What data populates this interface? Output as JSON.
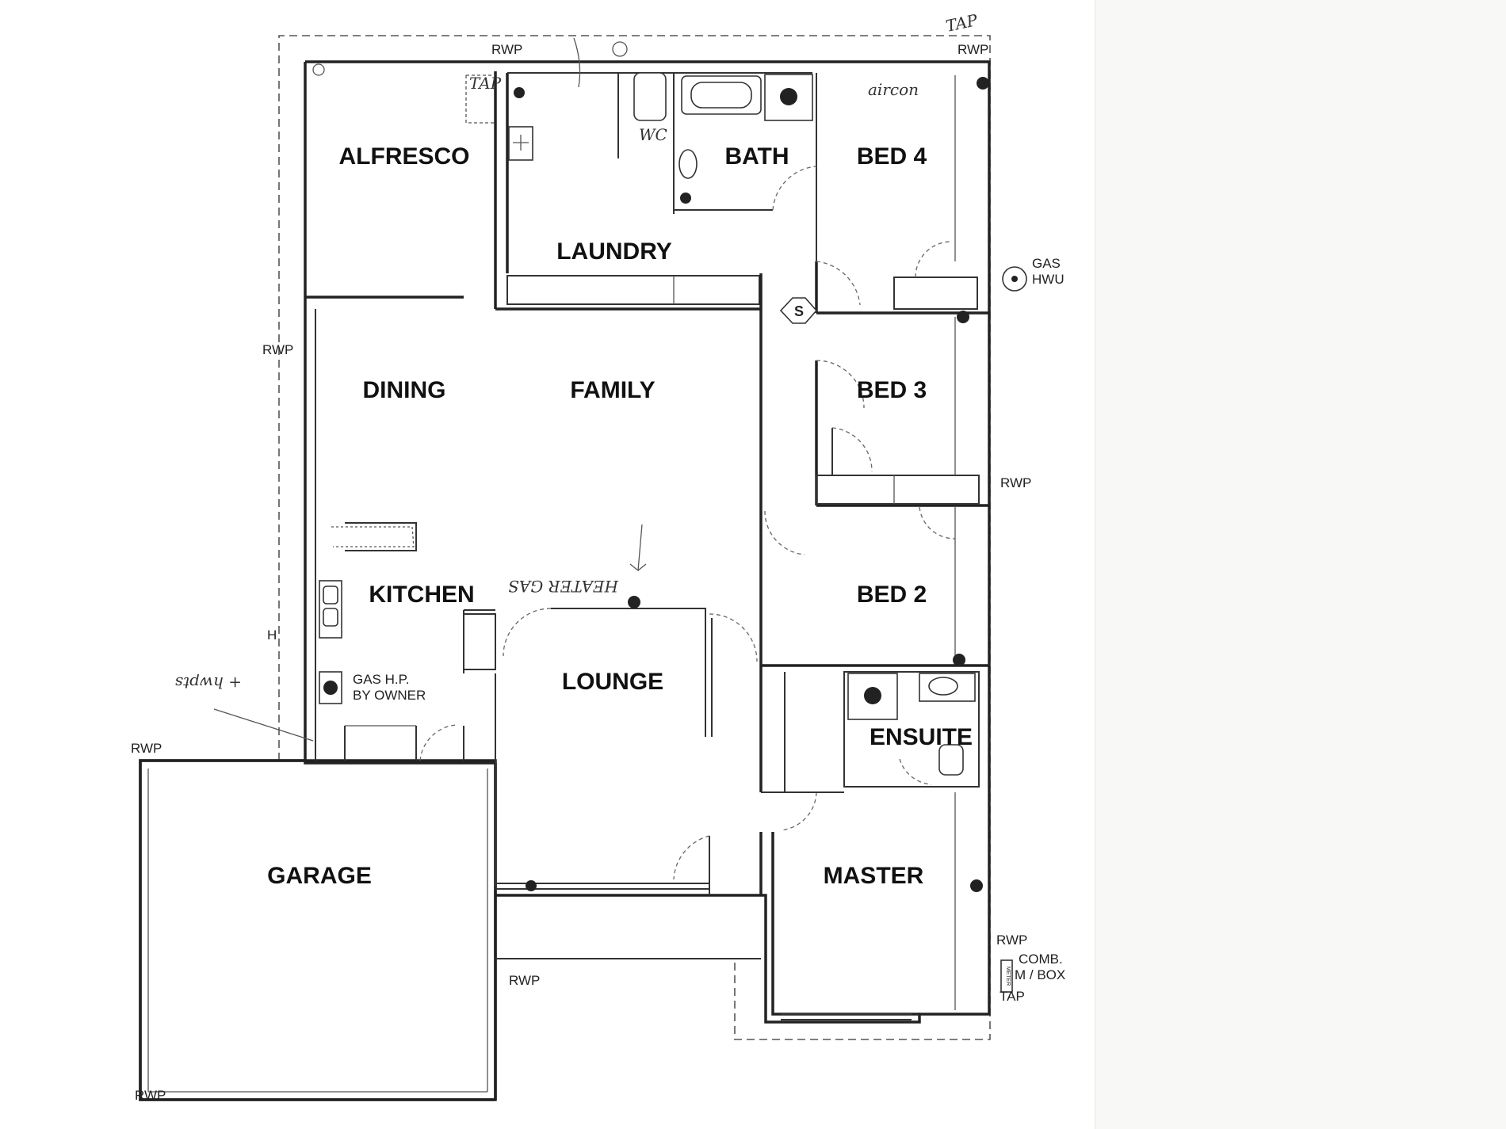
{
  "rooms": {
    "alfresco": "ALFRESCO",
    "laundry": "LAUNDRY",
    "bath": "BATH",
    "bed4": "BED 4",
    "dining": "DINING",
    "family": "FAMILY",
    "bed3": "BED 3",
    "kitchen": "KITCHEN",
    "lounge": "LOUNGE",
    "bed2": "BED 2",
    "ensuite": "ENSUITE",
    "garage": "GARAGE",
    "master": "MASTER"
  },
  "notes": {
    "rwp": "RWP",
    "tap": "TAP",
    "gas": "GAS",
    "hwu": "HWU",
    "comb": "COMB.",
    "m_box": "M / BOX",
    "meter": "METER",
    "gas_hp": "GAS H.P.",
    "by_owner": "BY OWNER",
    "h": "H",
    "s_symbol": "S"
  },
  "handwritten": {
    "tap": "TAP",
    "tap_alfresco": "TAP",
    "wc": "WC",
    "aircon": "aircon",
    "heater_gas": "HEATER GAS",
    "notes_left": "+ hwpts"
  }
}
